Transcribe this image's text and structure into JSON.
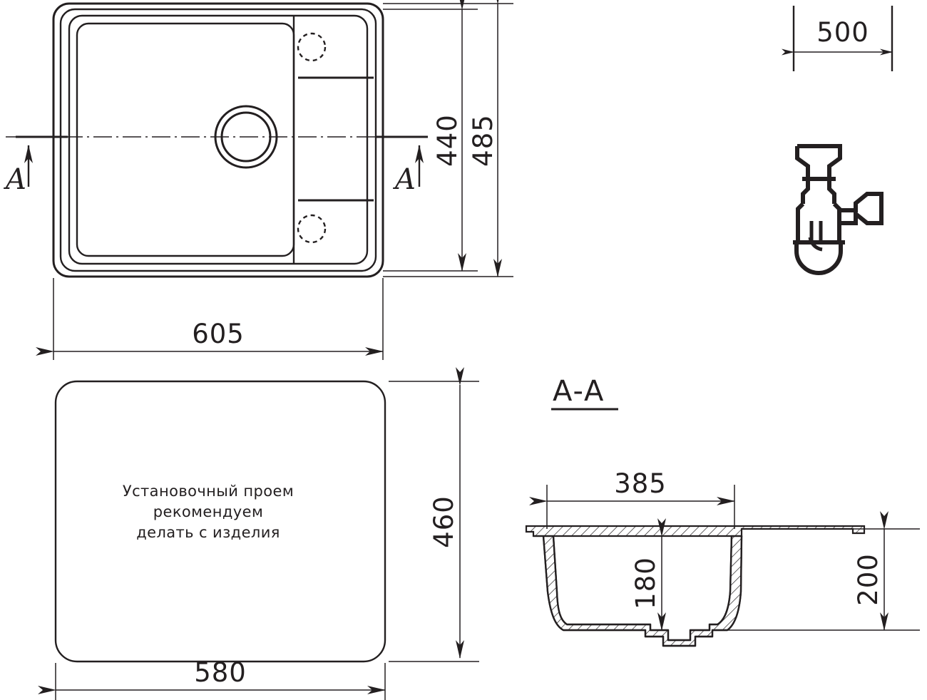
{
  "document": {
    "type": "technical-drawing",
    "subject": "kitchen-sink-installation-drawing",
    "background_color": "#ffffff",
    "line_color": "#231f20"
  },
  "top_view": {
    "name": "sink-top-view",
    "dimensions": {
      "overall_width": "605",
      "inner_height": "440",
      "overall_height": "485"
    },
    "section_marker_left": "A",
    "section_marker_right": "A",
    "features": {
      "drain_circles": 2,
      "dashed_holes": 2,
      "drainboard_ribs": 2
    }
  },
  "cutout_view": {
    "name": "installation-cutout-view",
    "note_line_1": "Установочный проем",
    "note_line_2": "рекомендуем",
    "note_line_3": "делать с изделия",
    "dimensions": {
      "width": "580",
      "height": "460"
    }
  },
  "section_view": {
    "name": "section-a-a",
    "title": "A-A",
    "dimensions": {
      "bowl_width": "385",
      "bowl_depth": "180",
      "total_height": "200"
    }
  },
  "siphon_detail": {
    "name": "siphon-detail",
    "dimension_width": "500"
  }
}
